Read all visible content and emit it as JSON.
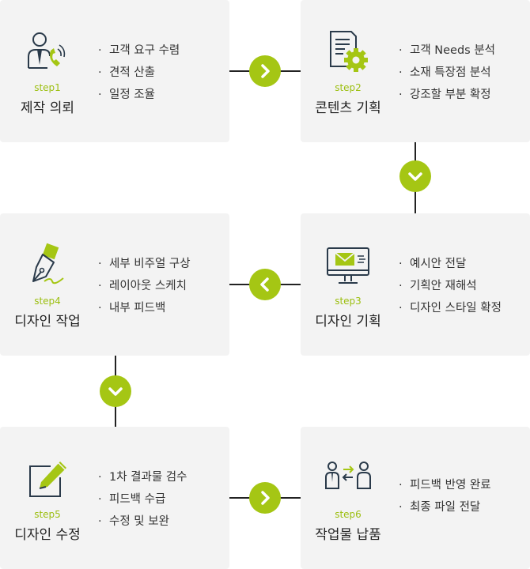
{
  "steps": [
    {
      "label": "step1",
      "title": "제작 의뢰",
      "icon": "consultant-phone-icon",
      "items": [
        "고객 요구 수렴",
        "견적 산출",
        "일정 조율"
      ]
    },
    {
      "label": "step2",
      "title": "콘텐츠 기획",
      "icon": "document-gear-icon",
      "items": [
        "고객 Needs 분석",
        "소재 특장점 분석",
        "강조할 부분 확정"
      ]
    },
    {
      "label": "step3",
      "title": "디자인 기획",
      "icon": "monitor-mail-icon",
      "items": [
        "예시안 전달",
        "기획안 재해석",
        "디자인 스타일 확정"
      ]
    },
    {
      "label": "step4",
      "title": "디자인 작업",
      "icon": "pen-nib-icon",
      "items": [
        "세부 비주얼 구상",
        "레이아웃 스케치",
        "내부 피드백"
      ]
    },
    {
      "label": "step5",
      "title": "디자인 수정",
      "icon": "edit-pencil-icon",
      "items": [
        "1차 결과물 검수",
        "피드백 수급",
        "수정 및 보완"
      ]
    },
    {
      "label": "step6",
      "title": "작업물 납품",
      "icon": "exchange-people-icon",
      "items": [
        "피드백 반영 완료",
        "최종 파일 전달"
      ]
    }
  ],
  "bullet": "·",
  "colors": {
    "accent": "#a5c614",
    "box": "#f3f3f3",
    "line": "#222222",
    "icon_dark": "#2a3a4a"
  }
}
